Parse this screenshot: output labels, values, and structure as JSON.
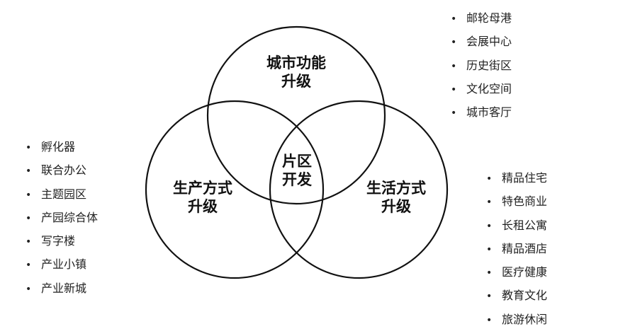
{
  "circles": {
    "top": {
      "title_line1": "城市功能",
      "title_line2": "升级"
    },
    "left": {
      "title_line1": "生产方式",
      "title_line2": "升级"
    },
    "right": {
      "title_line1": "生活方式",
      "title_line2": "升级"
    },
    "center": {
      "title_line1": "片区",
      "title_line2": "开发"
    }
  },
  "lists": {
    "top_right": [
      "邮轮母港",
      "会展中心",
      "历史街区",
      "文化空间",
      "城市客厅"
    ],
    "left": [
      "孵化器",
      "联合办公",
      "主题园区",
      "产园综合体",
      "写字楼",
      "产业小镇",
      "产业新城"
    ],
    "right": [
      "精品住宅",
      "特色商业",
      "长租公寓",
      "精品酒店",
      "医疗健康",
      "教育文化",
      "旅游休闲"
    ]
  },
  "bullet_glyph": "•",
  "colors": {
    "stroke": "#111111",
    "text": "#1a1a1a"
  }
}
